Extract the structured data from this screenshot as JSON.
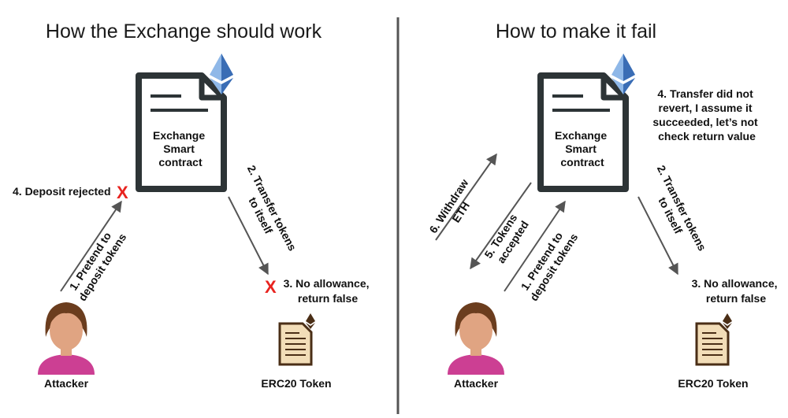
{
  "colors": {
    "arrow": "#555555",
    "doc_outline": "#2d3436",
    "divider": "#555555",
    "cross": "#e8231f",
    "eth_light": "#8fb8e8",
    "eth_dark": "#3a6db5",
    "token_brown": "#4a2e16",
    "token_bg": "#f2ddb8",
    "skin": "#e0a482",
    "hair": "#6b3d1e",
    "shirt": "#cc3f93"
  },
  "left": {
    "title": "How the Exchange should work",
    "contract": [
      "Exchange",
      "Smart",
      "contract"
    ],
    "attacker": "Attacker",
    "token": "ERC20 Token",
    "step1": [
      "1. Pretend to",
      "deposit tokens"
    ],
    "step2": [
      "2. Transfer tokens",
      "to itself"
    ],
    "step3": [
      "3. No allowance,",
      "return false"
    ],
    "step4": "4. Deposit rejected",
    "cross_mark": "X"
  },
  "right": {
    "title": "How to make it fail",
    "contract": [
      "Exchange",
      "Smart",
      "contract"
    ],
    "attacker": "Attacker",
    "token": "ERC20 Token",
    "step1": [
      "1. Pretend to",
      "deposit tokens"
    ],
    "step2": [
      "2. Transfer tokens",
      "to itself"
    ],
    "step3": [
      "3. No allowance,",
      "return false"
    ],
    "step4": [
      "4. Transfer did not",
      "revert, I assume it",
      "succeeded, let’s not",
      "check return value"
    ],
    "step5": [
      "5. Tokens",
      "accepted"
    ],
    "step6": [
      "6. Withdraw",
      "ETH"
    ]
  }
}
